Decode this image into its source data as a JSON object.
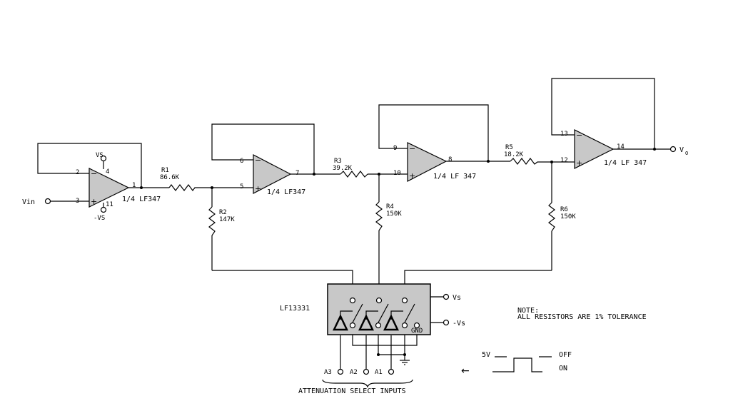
{
  "opamps": {
    "u1": {
      "pin_inv": "2",
      "pin_noninv": "3",
      "pin_out": "1",
      "pin_vplus": "4",
      "pin_vminus": "11",
      "vplus_label": "VS",
      "vminus_label": "-VS",
      "part": "1/4 LF347"
    },
    "u2": {
      "pin_inv": "6",
      "pin_noninv": "5",
      "pin_out": "7",
      "part": "1/4 LF347"
    },
    "u3": {
      "pin_inv": "9",
      "pin_noninv": "10",
      "pin_out": "8",
      "part": "1/4 LF 347"
    },
    "u4": {
      "pin_inv": "13",
      "pin_noninv": "12",
      "pin_out": "14",
      "part": "1/4 LF 347"
    }
  },
  "signs": {
    "minus": "−",
    "plus": "+"
  },
  "resistors": {
    "r1": {
      "name": "R1",
      "value": "86.6K"
    },
    "r2": {
      "name": "R2",
      "value": "147K"
    },
    "r3": {
      "name": "R3",
      "value": "39.2K"
    },
    "r4": {
      "name": "R4",
      "value": "150K"
    },
    "r5": {
      "name": "R5",
      "value": "18.2K"
    },
    "r6": {
      "name": "R6",
      "value": "150K"
    }
  },
  "input_label": "Vin",
  "output_label": {
    "main": "V",
    "sub": "O"
  },
  "switch": {
    "part": "LF13331",
    "vs_label": "Vs",
    "vminus_label": "-Vs",
    "gnd_label": "GND",
    "inputs": [
      "A3",
      "A2",
      "A1"
    ],
    "inputs_caption": "ATTENUATION SELECT INPUTS"
  },
  "note": {
    "title": "NOTE:",
    "text": "ALL RESISTORS ARE 1% TOLERANCE"
  },
  "timing": {
    "high_label": "5V",
    "off_label": "OFF",
    "on_label": "ON",
    "arrow": "←"
  }
}
